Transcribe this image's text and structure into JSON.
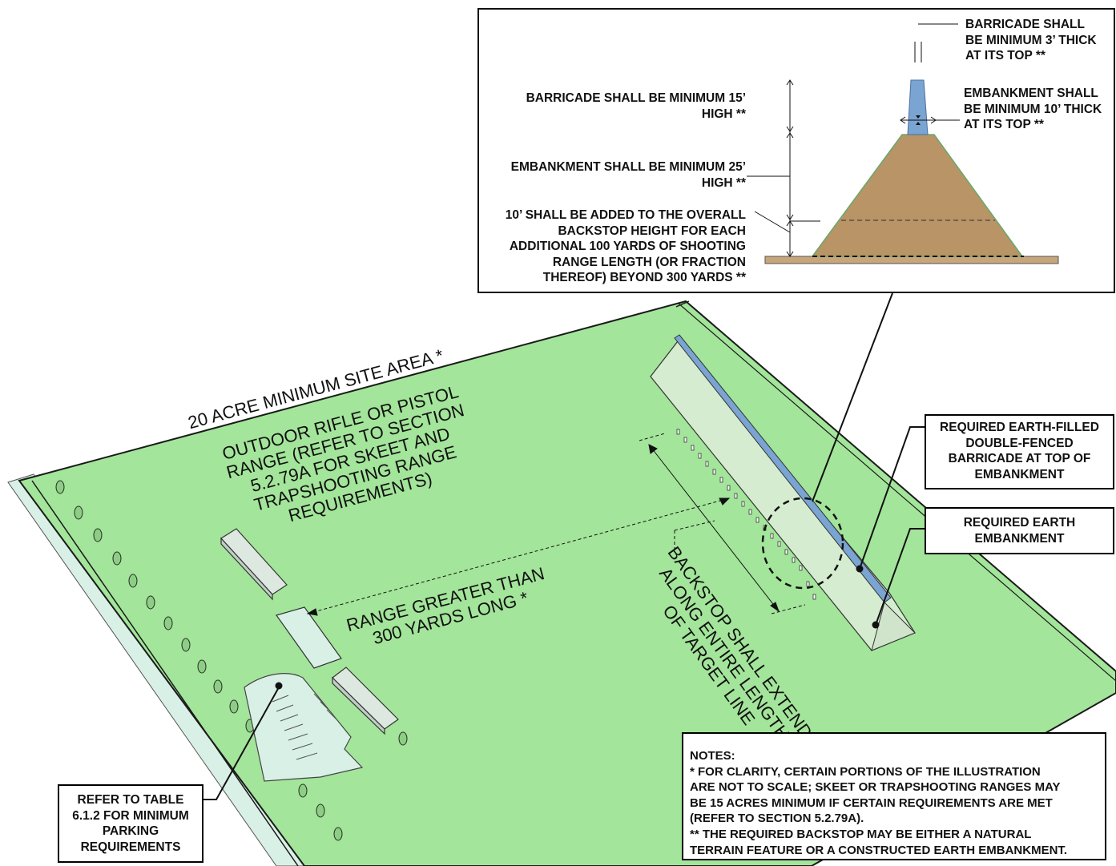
{
  "site": {
    "site_area_label": "20 ACRE MINIMUM SITE AREA *",
    "range_label": [
      "OUTDOOR RIFLE OR PISTOL",
      "RANGE (REFER TO SECTION",
      "5.2.79A FOR SKEET AND",
      "TRAPSHOOTING RANGE",
      "REQUIREMENTS)"
    ],
    "length_label": [
      "RANGE GREATER THAN",
      "300 YARDS LONG *"
    ],
    "backstop_label": [
      "BACKSTOP SHALL EXTEND",
      "ALONG ENTIRE LENGTH",
      "OF TARGET LINE"
    ]
  },
  "detail": {
    "barricade_thick": [
      "BARRICADE SHALL",
      "BE MINIMUM 3’ THICK",
      "AT ITS TOP **"
    ],
    "embankment_thick": [
      "EMBANKMENT SHALL",
      "BE MINIMUM 10’ THICK",
      "AT ITS TOP **"
    ],
    "barricade_high": [
      "BARRICADE SHALL BE MINIMUM 15’",
      "HIGH **"
    ],
    "embankment_high": [
      "EMBANKMENT SHALL BE MINIMUM 25’",
      "HIGH **"
    ],
    "added_height": [
      "10’ SHALL BE ADDED TO THE OVERALL",
      "BACKSTOP HEIGHT FOR EACH",
      "ADDITIONAL 100 YARDS OF SHOOTING",
      "RANGE LENGTH (OR FRACTION",
      "THEREOF) BEYOND 300 YARDS **"
    ]
  },
  "callouts": {
    "barricade": [
      "REQUIRED EARTH-FILLED",
      "DOUBLE-FENCED",
      "BARRICADE AT TOP OF",
      "EMBANKMENT"
    ],
    "embankment": [
      "REQUIRED EARTH",
      "EMBANKMENT"
    ],
    "parking": [
      "REFER TO TABLE",
      "6.1.2 FOR MINIMUM",
      "PARKING",
      "REQUIREMENTS"
    ]
  },
  "notes": [
    "NOTES:",
    "*  FOR CLARITY, CERTAIN PORTIONS OF THE ILLUSTRATION",
    "ARE NOT TO SCALE; SKEET OR TRAPSHOOTING RANGES MAY",
    "BE 15 ACRES MINIMUM IF CERTAIN REQUIREMENTS ARE MET",
    "(REFER TO SECTION 5.2.79A).",
    "**  THE REQUIRED BACKSTOP MAY BE EITHER A NATURAL",
    "TERRAIN FEATURE OR A CONSTRUCTED EARTH EMBANKMENT."
  ],
  "colors": {
    "grass": "#a3e59a",
    "road": "#d9f0e6",
    "embankment": "#b89466",
    "barricade": "#7aa4d2",
    "ground": "#c8a67c"
  }
}
